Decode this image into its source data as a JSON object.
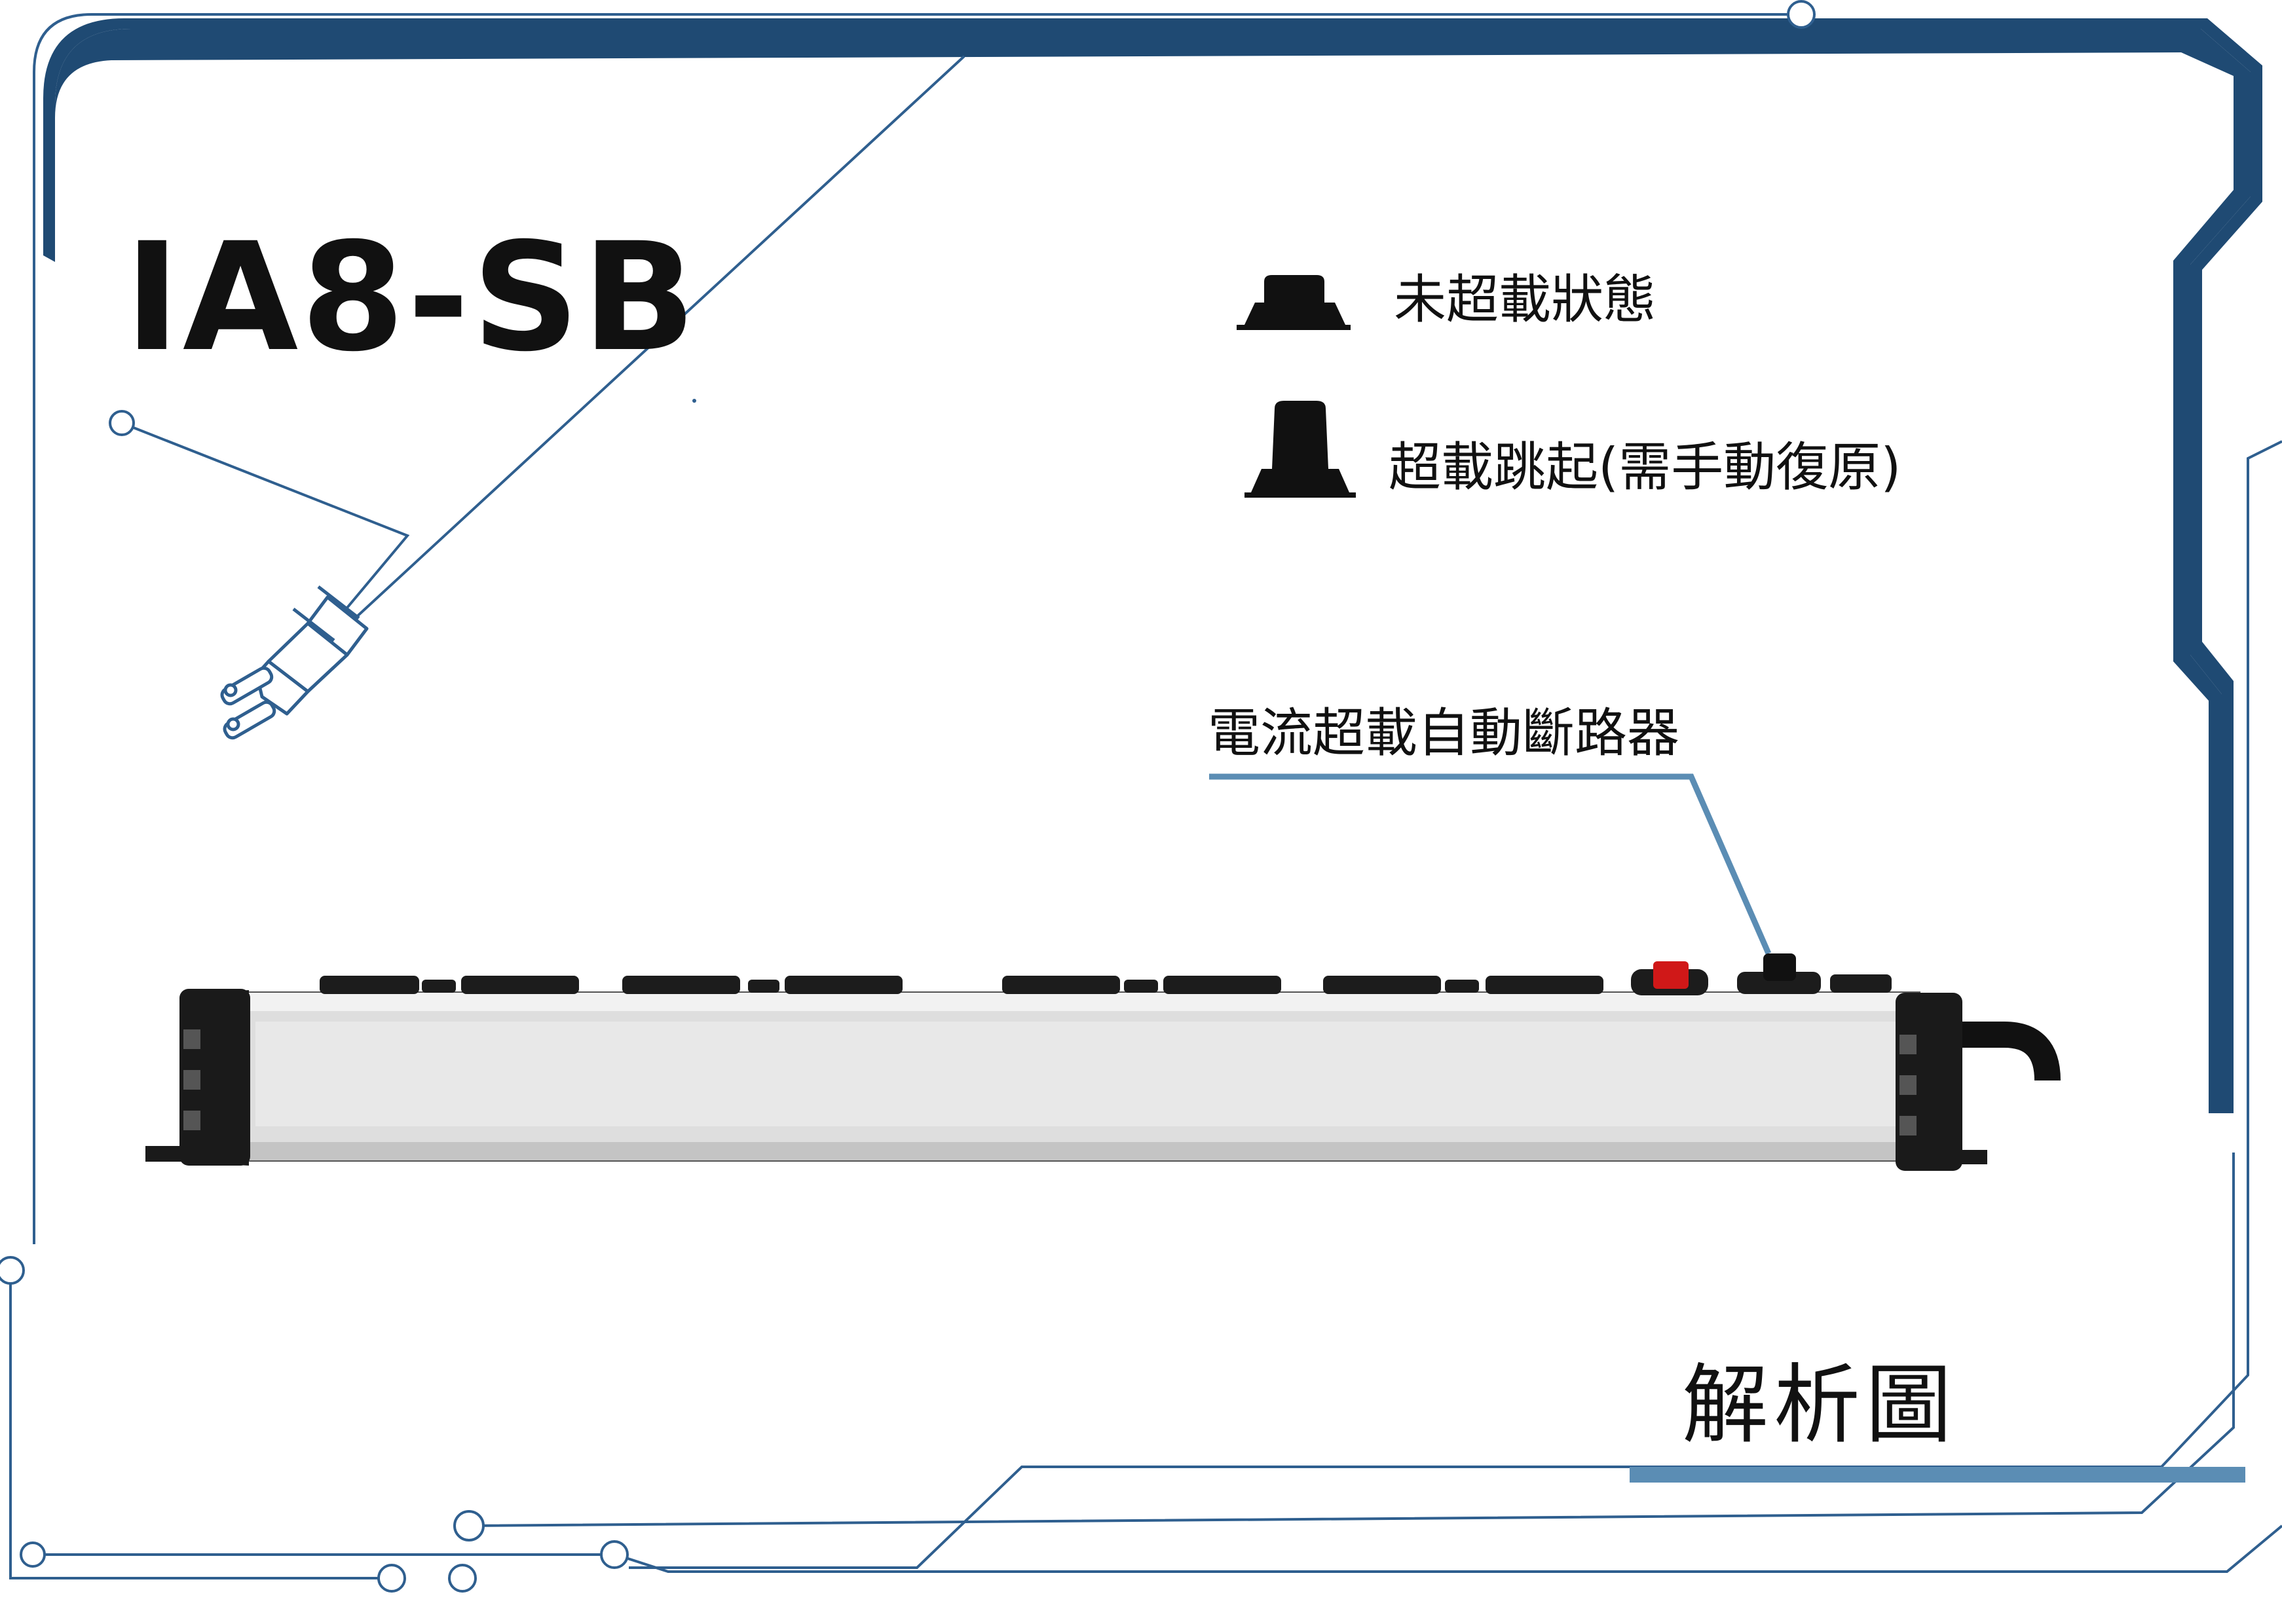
{
  "model_name": "IA8-SB",
  "legend": {
    "not_overloaded": "未超載狀態",
    "overload_tripped": "超載跳起(需手動復原)"
  },
  "callout": {
    "breaker": "電流超載自動斷路器"
  },
  "diagram_title": "解析圖",
  "colors": {
    "frame_navy": "#1f4a73",
    "accent_blue": "#5b8db4",
    "line_blue": "#2f5f8f"
  },
  "icons": {
    "plug": "power-plug-icon",
    "button_normal": "breaker-button-normal-icon",
    "button_tripped": "breaker-button-tripped-icon"
  }
}
